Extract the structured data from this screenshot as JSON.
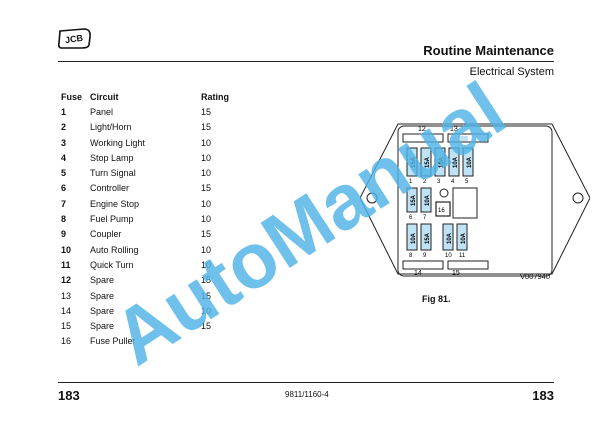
{
  "header": {
    "logo_text": "JCB",
    "title": "Routine Maintenance",
    "subtitle": "Electrical System"
  },
  "fuse_table": {
    "columns": [
      "Fuse",
      "Circuit",
      "Rating"
    ],
    "rows": [
      {
        "fuse": "1",
        "circuit": "Panel",
        "rating": "15",
        "bold": true
      },
      {
        "fuse": "2",
        "circuit": "Light/Horn",
        "rating": "15",
        "bold": true
      },
      {
        "fuse": "3",
        "circuit": "Working Light",
        "rating": "10",
        "bold": true
      },
      {
        "fuse": "4",
        "circuit": "Stop Lamp",
        "rating": "10",
        "bold": true
      },
      {
        "fuse": "5",
        "circuit": "Turn Signal",
        "rating": "10",
        "bold": true
      },
      {
        "fuse": "6",
        "circuit": "Controller",
        "rating": "15",
        "bold": true
      },
      {
        "fuse": "7",
        "circuit": "Engine Stop",
        "rating": "10",
        "bold": true
      },
      {
        "fuse": "8",
        "circuit": "Fuel Pump",
        "rating": "10",
        "bold": true
      },
      {
        "fuse": "9",
        "circuit": "Coupler",
        "rating": "15",
        "bold": true
      },
      {
        "fuse": "10",
        "circuit": "Auto Rolling",
        "rating": "10",
        "bold": true
      },
      {
        "fuse": "11",
        "circuit": "Quick Turn",
        "rating": "10",
        "bold": true
      },
      {
        "fuse": "12",
        "circuit": "Spare",
        "rating": "15",
        "bold": true
      },
      {
        "fuse": "13",
        "circuit": "Spare",
        "rating": "15",
        "bold": false
      },
      {
        "fuse": "14",
        "circuit": "Spare",
        "rating": "10",
        "bold": false
      },
      {
        "fuse": "15",
        "circuit": "Spare",
        "rating": "15",
        "bold": false
      },
      {
        "fuse": "16",
        "circuit": "Fuse Puller",
        "rating": "",
        "bold": false
      }
    ]
  },
  "figure": {
    "code": "V007940",
    "caption": "Fig 81.",
    "labels": {
      "n12": "12",
      "n13": "13",
      "n14": "14",
      "n15": "15",
      "n1": "1",
      "n2": "2",
      "n3": "3",
      "n4": "4",
      "n5": "5",
      "n6": "6",
      "n7": "7",
      "n8": "8",
      "n9": "9",
      "n10": "10",
      "n11": "11",
      "n16": "16",
      "r15a": "15A",
      "r10a": "10A"
    }
  },
  "footer": {
    "page_left": "183",
    "page_right": "183",
    "doc_code": "9811/1160-4"
  },
  "watermark": {
    "text": "AutoManual",
    "color": "#4fb3e6"
  },
  "colors": {
    "fuse_highlight": "#bfe3f5",
    "watermark": "#4fb3e6"
  }
}
